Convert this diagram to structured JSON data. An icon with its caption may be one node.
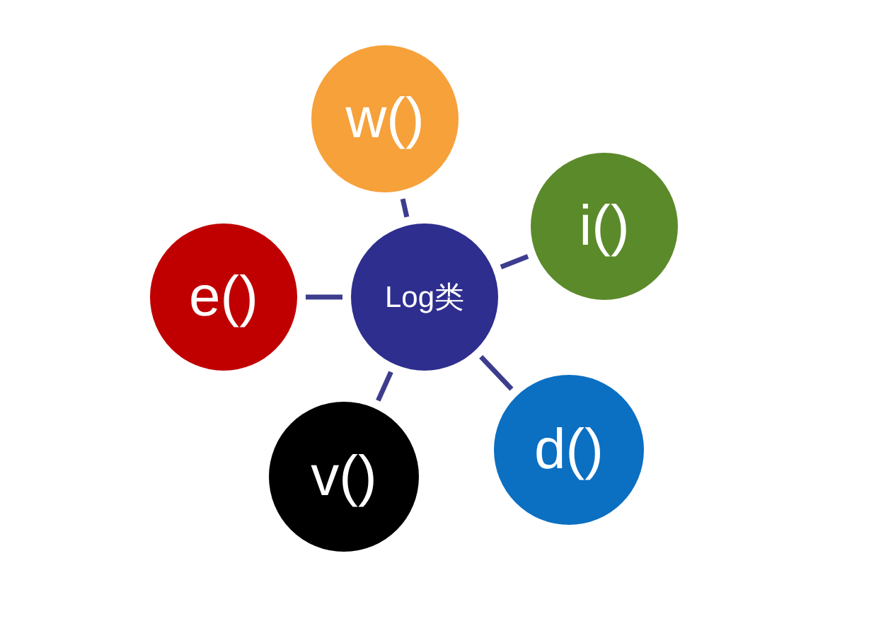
{
  "diagram": {
    "nodes": [
      {
        "text": [
          "Log类"
        ]
      },
      {
        "text": [
          "w()"
        ]
      },
      {
        "text": [
          "i()"
        ]
      },
      {
        "text": [
          "e()"
        ]
      },
      {
        "text": [
          "d()"
        ]
      },
      {
        "text": [
          "v()"
        ]
      }
    ],
    "edges": [
      {
        "from": 0,
        "to": 1,
        "arrow": "none"
      },
      {
        "from": 0,
        "to": 2,
        "arrow": "none"
      },
      {
        "from": 0,
        "to": 3,
        "arrow": "none"
      },
      {
        "from": 0,
        "to": 4,
        "arrow": "none"
      },
      {
        "from": 0,
        "to": 5,
        "arrow": "none"
      }
    ]
  }
}
